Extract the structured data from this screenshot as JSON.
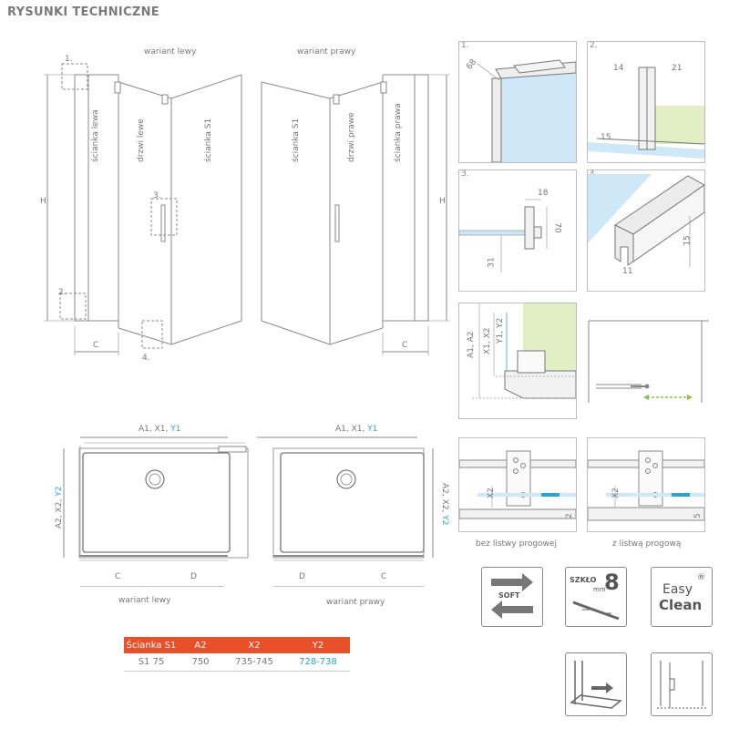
{
  "title": "RYSUNKI TECHNICZNE",
  "front_views": {
    "left_variant_label": "wariant lewy",
    "right_variant_label": "wariant prawy",
    "height_label": "H",
    "c_label": "C",
    "left_panels": [
      "ścianka lewa",
      "drzwi lewe",
      "ścianka S1"
    ],
    "right_panels": [
      "ścianka S1",
      "drzwi prawe",
      "ścianka prawa"
    ],
    "detail_markers": [
      "1.",
      "2.",
      "3.",
      "4."
    ]
  },
  "plan_views": {
    "width_label": "A1, X1,",
    "width_label_blue": "Y1",
    "depth_label": "A2, X2,",
    "depth_label_blue": "Y2",
    "left_c": "C",
    "left_d": "D",
    "right_d": "D",
    "right_c": "C",
    "left_caption": "wariant lewy",
    "right_caption": "wariant prawy"
  },
  "details": {
    "p1": {
      "num": "1.",
      "dim": "68"
    },
    "p2": {
      "num": "2.",
      "dim_a": "14",
      "dim_b": "21",
      "dim_c": "15"
    },
    "p3": {
      "num": "3.",
      "dim_a": "18",
      "dim_b": "70",
      "dim_c": "31"
    },
    "p4": {
      "num": "4.",
      "dim_a": "15",
      "dim_b": "11"
    },
    "p5": {
      "label_a": "A1, A2",
      "label_b": "X1, X2",
      "label_blue": "Y1, Y2"
    },
    "p7": {
      "dim_a": "X2",
      "dim_b": "2"
    },
    "p8": {
      "dim_a": "X2",
      "dim_b": "5"
    },
    "caption_without_threshold": "bez listwy progowej",
    "caption_with_threshold": "z listwą progową"
  },
  "feature_icons": {
    "soft": "SOFT",
    "glass_word": "SZKŁO",
    "glass_unit": "mm",
    "glass_value": "8",
    "easy": "Easy",
    "clean": "Clean",
    "reg": "®"
  },
  "table": {
    "headers": [
      "Ścianka S1",
      "A2",
      "X2",
      "Y2"
    ],
    "row": [
      "S1 75",
      "750",
      "735-745",
      "728-738"
    ]
  }
}
